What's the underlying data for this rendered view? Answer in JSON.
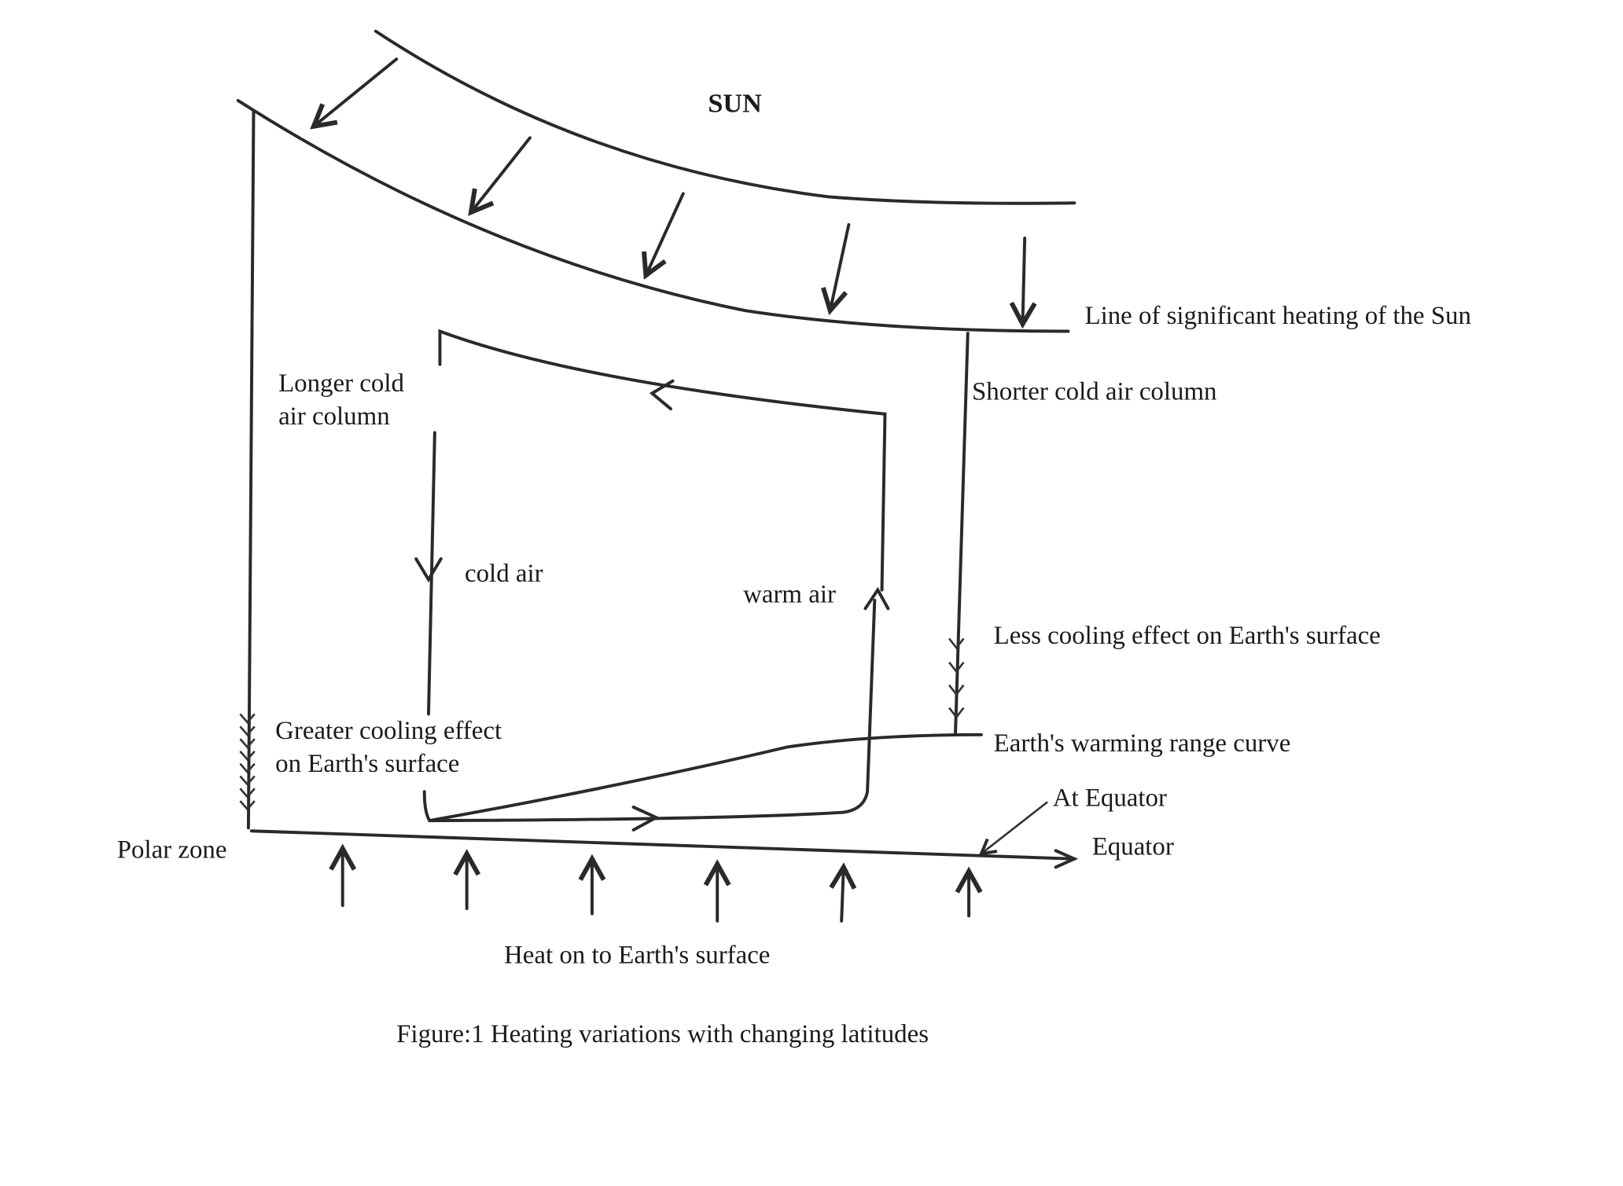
{
  "figure": {
    "sun_label": "SUN",
    "line_of_heating": "Line of significant heating of the Sun",
    "longer_column_line1": "Longer cold",
    "longer_column_line2": "air column",
    "shorter_column": "Shorter cold air column",
    "cold_air": "cold air",
    "warm_air": "warm air",
    "less_cooling": "Less cooling effect on Earth's surface",
    "greater_cooling_line1": "Greater cooling effect",
    "greater_cooling_line2": "on Earth's surface",
    "warming_curve": "Earth's warming range curve",
    "at_equator": "At Equator",
    "equator": "Equator",
    "polar_zone": "Polar zone",
    "heat_surface": "Heat on to Earth's surface",
    "caption": "Figure:1 Heating variations with changing latitudes"
  }
}
